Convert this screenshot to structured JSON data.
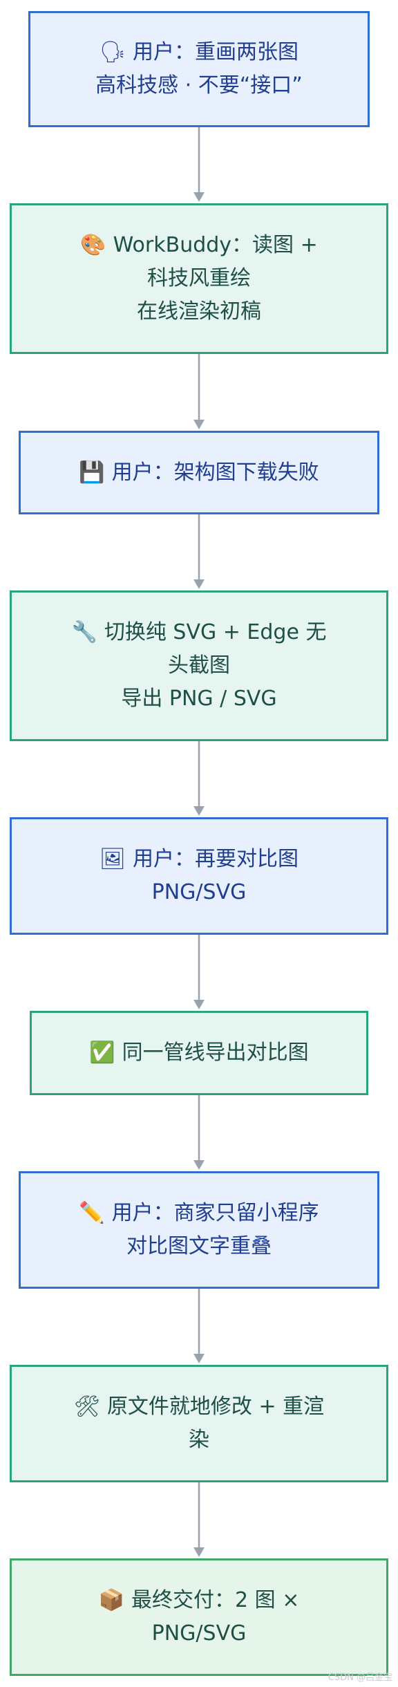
{
  "colors": {
    "user_fill": "#e8f0fe",
    "user_border": "#2f6fcf",
    "action_fill": "#e6f5f0",
    "action_border": "#2aa37f",
    "final_fill": "#e6f5ea",
    "final_border": "#3faa63",
    "connector": "#9aa3ad"
  },
  "steps": [
    {
      "icon": "speaking-head-icon",
      "glyph": "🗣",
      "line1": "用户：重画两张图",
      "line2": "高科技感 · 不要“接口”",
      "line3": ""
    },
    {
      "icon": "palette-icon",
      "glyph": "🎨",
      "line1": "WorkBuddy：读图 +",
      "line2": "科技风重绘",
      "line3": "在线渲染初稿"
    },
    {
      "icon": "floppy-disk-icon",
      "glyph": "💾",
      "line1": "用户：架构图下载失败",
      "line2": "",
      "line3": ""
    },
    {
      "icon": "wrench-icon",
      "glyph": "🔧",
      "line1": "切换纯 SVG + Edge 无",
      "line2": "头截图",
      "line3": "导出 PNG / SVG"
    },
    {
      "icon": "framed-picture-icon",
      "glyph": "🖼",
      "line1": "用户：再要对比图",
      "line2": "PNG/SVG",
      "line3": ""
    },
    {
      "icon": "check-mark-button-icon",
      "glyph": "✅",
      "line1": "同一管线导出对比图",
      "line2": "",
      "line3": ""
    },
    {
      "icon": "pencil-icon",
      "glyph": "✏️",
      "line1": "用户：商家只留小程序",
      "line2": "对比图文字重叠",
      "line3": ""
    },
    {
      "icon": "hammer-and-wrench-icon",
      "glyph": "🛠",
      "line1": "原文件就地修改 + 重渲",
      "line2": "染",
      "line3": ""
    },
    {
      "icon": "package-icon",
      "glyph": "📦",
      "line1": "最终交付：2 图 ×",
      "line2": "PNG/SVG",
      "line3": ""
    }
  ],
  "watermark": "CSDN @吕金宝"
}
